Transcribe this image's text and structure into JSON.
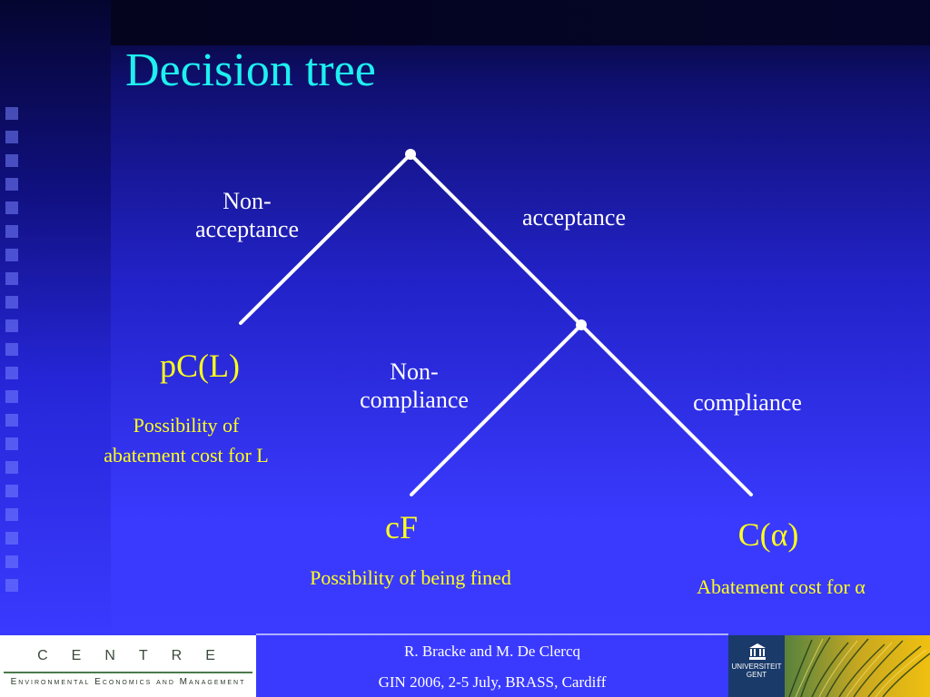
{
  "slide": {
    "title": "Decision tree"
  },
  "tree": {
    "edges": {
      "non_acceptance": "Non-\nacceptance",
      "acceptance": "acceptance",
      "non_compliance": "Non-\ncompliance",
      "compliance": "compliance"
    },
    "outcomes": {
      "left": {
        "payoff": "pC(L)",
        "description": "Possibility of\nabatement cost for L"
      },
      "middle": {
        "payoff": "cF",
        "description": "Possibility of being fined"
      },
      "right": {
        "payoff": "C(α)",
        "description": "Abatement cost for α"
      }
    }
  },
  "footer": {
    "logo_top": "CENTRE",
    "logo_bottom": "Environmental Economics and Management",
    "authors": "R. Bracke and M. De Clercq",
    "event": "GIN 2006, 2-5 July, BRASS, Cardiff",
    "university": "UNIVERSITEIT\nGENT"
  },
  "colors": {
    "title": "#1ef0f0",
    "payoff": "#ffff1a",
    "edge_label": "#ffffff",
    "tree_line": "#ffffff",
    "background": "#3a3aff"
  },
  "icons": {
    "university_logo": "university-building-icon"
  }
}
